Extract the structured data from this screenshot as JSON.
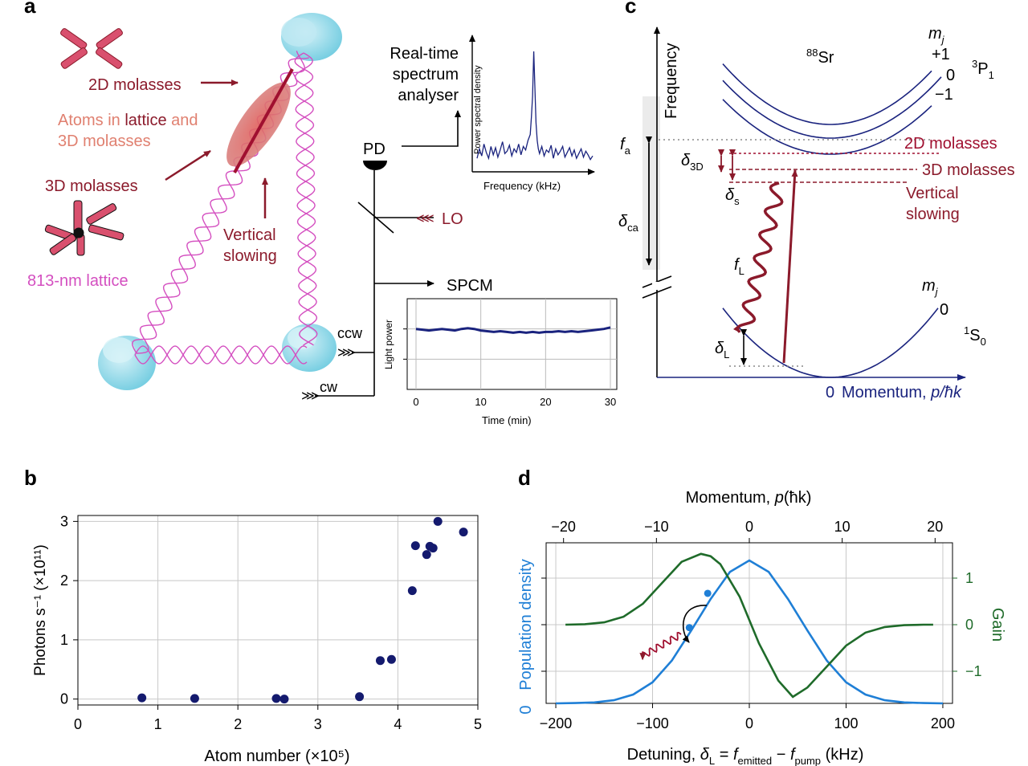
{
  "panel_labels": {
    "a": "a",
    "b": "b",
    "c": "c",
    "d": "d"
  },
  "panel_a": {
    "two_d_molasses": "2D molasses",
    "atoms_prefix": "Atoms in ",
    "atoms_lattice": "lattice",
    "atoms_and": " and",
    "atoms_line2": "3D molasses",
    "three_d_molasses": "3D molasses",
    "lattice_label": "813-nm lattice",
    "vertical_1": "Vertical",
    "vertical_2": "slowing",
    "pd": "PD",
    "lo": "LO",
    "spcm": "SPCM",
    "ccw": "ccw",
    "cw": "cw",
    "analyser_1": "Real-time",
    "analyser_2": "spectrum",
    "analyser_3": "analyser",
    "colors": {
      "cavity": "#7ed4e6",
      "lattice": "#d44fc0",
      "molasses": "#8b1a2b",
      "atoms": "#d9706e",
      "atoms_text": "#e08070",
      "trace": "#1a237e"
    }
  },
  "inset_spectrum": {
    "type": "line",
    "ylabel": "Power spectral density",
    "xlabel": "Frequency (kHz)",
    "x": [
      0,
      2,
      4,
      6,
      8,
      10,
      12,
      14,
      16,
      18,
      20,
      22,
      24,
      26,
      28,
      30,
      32,
      34,
      36,
      38,
      40,
      42,
      44,
      46,
      47,
      48,
      49,
      50,
      51,
      52,
      53,
      54,
      56,
      58,
      60,
      62,
      64,
      66,
      68,
      70,
      72,
      74,
      76,
      78,
      80,
      82,
      84,
      86,
      88,
      90,
      92,
      94,
      96,
      98,
      100
    ],
    "y": [
      0.1,
      0.18,
      0.12,
      0.22,
      0.15,
      0.1,
      0.2,
      0.13,
      0.19,
      0.11,
      0.17,
      0.24,
      0.14,
      0.16,
      0.21,
      0.12,
      0.18,
      0.15,
      0.22,
      0.13,
      0.2,
      0.17,
      0.25,
      0.3,
      0.45,
      0.62,
      1.0,
      0.7,
      0.4,
      0.25,
      0.18,
      0.14,
      0.2,
      0.12,
      0.17,
      0.15,
      0.21,
      0.1,
      0.18,
      0.13,
      0.16,
      0.2,
      0.11,
      0.15,
      0.19,
      0.12,
      0.17,
      0.1,
      0.14,
      0.18,
      0.11,
      0.16,
      0.13,
      0.09,
      0.12
    ]
  },
  "inset_power": {
    "type": "line",
    "xlabel": "Time (min)",
    "ylabel": "Light power",
    "xticks": [
      "0",
      "10",
      "20",
      "30"
    ],
    "xlim": [
      0,
      30
    ],
    "x": [
      0,
      1,
      2,
      3,
      4,
      5,
      6,
      7,
      8,
      9,
      10,
      11,
      12,
      13,
      14,
      15,
      16,
      17,
      18,
      19,
      20,
      21,
      22,
      23,
      24,
      25,
      26,
      27,
      28,
      29,
      30
    ],
    "y": [
      0.8,
      0.79,
      0.78,
      0.79,
      0.8,
      0.79,
      0.78,
      0.8,
      0.81,
      0.8,
      0.78,
      0.77,
      0.76,
      0.77,
      0.76,
      0.75,
      0.76,
      0.75,
      0.76,
      0.75,
      0.76,
      0.76,
      0.77,
      0.76,
      0.77,
      0.76,
      0.77,
      0.78,
      0.79,
      0.8,
      0.82
    ],
    "ylim": [
      0,
      1.2
    ]
  },
  "panel_c": {
    "frequency_label": "Frequency",
    "species_mass": "88",
    "species": "Sr",
    "mj_top": "m",
    "mj_sub": "j",
    "p_plus1": "+1",
    "p_0": "0",
    "p_minus1": "−1",
    "state_upper_pre": "3",
    "state_upper": "P",
    "state_upper_sub": "1",
    "state_lower_pre": "1",
    "state_lower": "S",
    "state_lower_sub": "0",
    "mj_lower_0": "0",
    "fa": "f",
    "fa_sub": "a",
    "delta_3d": "δ",
    "delta_3d_sub": "3D",
    "delta_s": "δ",
    "delta_s_sub": "s",
    "delta_ca": "δ",
    "delta_ca_sub": "ca",
    "fl": "f",
    "fl_sub": "L",
    "delta_l": "δ",
    "delta_l_sub": "L",
    "zero": "0",
    "momentum_label": "Momentum, ",
    "momentum_unit": "p/ħk",
    "mol2d": "2D molasses",
    "mol3d": "3D molasses",
    "vs1": "Vertical",
    "vs2": "slowing"
  },
  "chart_data": [
    {
      "type": "scatter",
      "panel": "b",
      "xlabel": "Atom number (×10⁵)",
      "ylabel": "Photons s⁻¹ (×10¹¹)",
      "xlim": [
        0,
        5
      ],
      "ylim": [
        -0.1,
        3.1
      ],
      "xticks": [
        "0",
        "1",
        "2",
        "3",
        "4",
        "5"
      ],
      "yticks": [
        "0",
        "1",
        "2",
        "3"
      ],
      "grid": true,
      "x": [
        0.8,
        1.46,
        2.48,
        2.58,
        3.52,
        3.78,
        3.92,
        4.18,
        4.22,
        4.36,
        4.4,
        4.44,
        4.5,
        4.82
      ],
      "y": [
        0.02,
        0.01,
        0.01,
        0.0,
        0.04,
        0.65,
        0.67,
        1.83,
        2.59,
        2.44,
        2.58,
        2.55,
        3.0,
        2.82
      ],
      "color": "#141a6e"
    },
    {
      "type": "line",
      "panel": "d",
      "xlabel_pre": "Detuning, ",
      "xlabel_var": "δ",
      "xlabel_var_sub": "L",
      "xlabel_eq": " = ",
      "xlabel_f1": "f",
      "xlabel_f1_sub": "emitted",
      "xlabel_minus": " − ",
      "xlabel_f2": "f",
      "xlabel_f2_sub": "pump",
      "xlabel_unit": " (kHz)",
      "top_xlabel_pre": "Momentum,  ",
      "top_xlabel_var": "p",
      "top_xlabel_unit": "(ħk)",
      "ylabel_left": "Population density",
      "ylabel_left_zero": "0",
      "ylabel_right": "Gain",
      "xlim": [
        -210,
        210
      ],
      "xticks": [
        "−200",
        "−100",
        "0",
        "100",
        "200"
      ],
      "top_xticks": [
        "−20",
        "−10",
        "0",
        "10",
        "20"
      ],
      "right_yticks": [
        "1",
        "0",
        "−1"
      ],
      "grid": true,
      "series": [
        {
          "name": "Population density",
          "color": "#1f7fd6",
          "x": [
            -200,
            -180,
            -160,
            -140,
            -120,
            -100,
            -80,
            -60,
            -40,
            -20,
            0,
            20,
            40,
            60,
            80,
            100,
            120,
            140,
            160,
            180,
            200
          ],
          "y": [
            0.0,
            0.002,
            0.007,
            0.022,
            0.062,
            0.148,
            0.3,
            0.51,
            0.73,
            0.92,
            1.0,
            0.92,
            0.73,
            0.51,
            0.3,
            0.148,
            0.062,
            0.022,
            0.007,
            0.002,
            0.0
          ]
        },
        {
          "name": "Gain",
          "color": "#1f6b2a",
          "x": [
            -190,
            -170,
            -150,
            -130,
            -110,
            -90,
            -70,
            -50,
            -40,
            -30,
            -10,
            0,
            10,
            30,
            45,
            60,
            80,
            100,
            120,
            140,
            160,
            180,
            190
          ],
          "y": [
            0.0,
            0.01,
            0.05,
            0.17,
            0.45,
            0.9,
            1.35,
            1.52,
            1.47,
            1.3,
            0.6,
            0.1,
            -0.4,
            -1.2,
            -1.55,
            -1.35,
            -0.9,
            -0.45,
            -0.17,
            -0.05,
            -0.01,
            0.0,
            0.0
          ]
        }
      ],
      "markers": [
        {
          "x": -43,
          "y": 0.77
        },
        {
          "x": -62,
          "y": 0.53
        }
      ]
    }
  ]
}
